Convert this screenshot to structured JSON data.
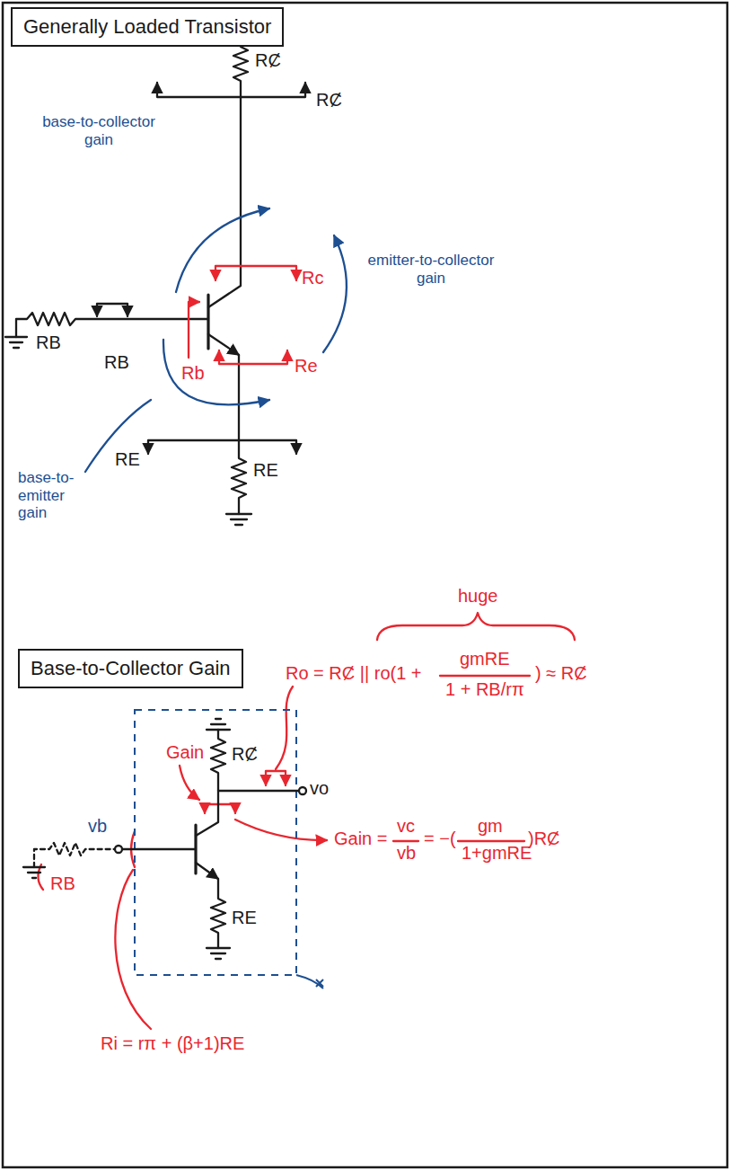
{
  "diagram": {
    "title": "Generally Loaded Transistor",
    "nodes": [
      {
        "text": [
          "Base-to-Collector Gain"
        ]
      }
    ],
    "labels": [
      "RȻ",
      "RȻ",
      "base-to-collector gain",
      "emitter-to-collector gain",
      "Rc",
      "Rb",
      "Re",
      "RB",
      "RB",
      "RE",
      "RE",
      "base-to-emitter gain",
      "huge",
      "Ro = RȻ || ro(1 +",
      "gmRE",
      "1 + RB/rπ",
      ") ≈ RȻ",
      "Gain",
      "vb",
      "vo",
      "RB",
      "RȻ",
      "RE",
      "Gain =",
      "vc",
      "vb",
      "= −(",
      "gm",
      "1+gmRE",
      ")RȻ",
      "Ri = rπ + (β+1)RE"
    ]
  }
}
